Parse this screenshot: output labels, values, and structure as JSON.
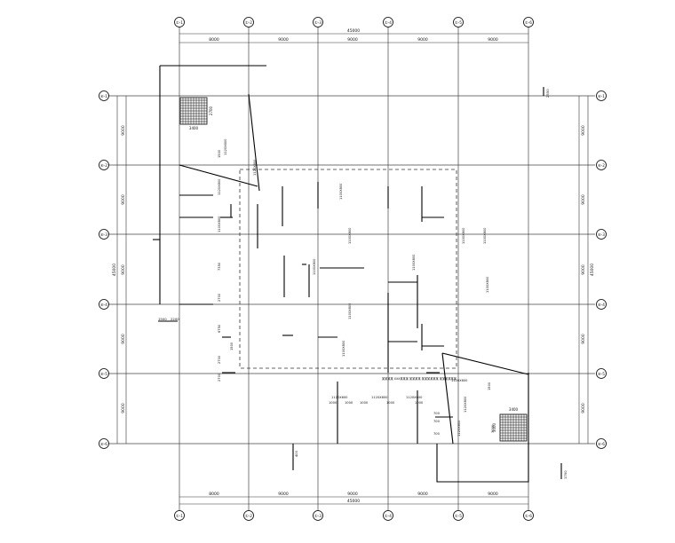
{
  "axes": {
    "columns": [
      "①-1",
      "①-2",
      "①-3",
      "①-4",
      "①-5",
      "①-6"
    ],
    "rows": [
      "⑥-1",
      "⑥-2",
      "⑥-3",
      "⑥-4",
      "⑥-5",
      "⑥-6"
    ]
  },
  "dimensions": {
    "top_segments": [
      "8000",
      "9000",
      "9000",
      "9000",
      "9000"
    ],
    "top_total": "45000",
    "bottom_segments": [
      "8000",
      "9000",
      "9000",
      "9000",
      "9000"
    ],
    "bottom_total": "45000",
    "left_segments": [
      "9000",
      "9000",
      "9000",
      "9000",
      "9000"
    ],
    "left_total": "45000",
    "right_segments": [
      "9000",
      "9000",
      "9000",
      "9000",
      "9000"
    ],
    "right_total": "45000"
  },
  "pit_labels": {
    "upper_left_width": "3400",
    "upper_left_height": "2700",
    "lower_right_width": "3400",
    "lower_right_height": "3000",
    "top_right_mark": "2550",
    "bottom_right_mark": "1700",
    "left_mark": "1500",
    "left_mark_2": "2200"
  },
  "openings": [
    "1120X600",
    "1120X800",
    "1500",
    "1120X800",
    "1100X800",
    "1100X800",
    "1100X800",
    "1100X800",
    "1100X800",
    "1100X800",
    "1100X800",
    "1100X800",
    "1100X800",
    "1100X800",
    "1120X600",
    "1120X600",
    "1120X600",
    "1120X600",
    "1120X800",
    "1120X800",
    "1500",
    "1500",
    "1000",
    "1000",
    "1000"
  ],
  "spot_dims": [
    "7350",
    "2700",
    "6750",
    "2700",
    "2700",
    "700",
    "700",
    "700",
    "3000",
    "1000",
    "1000",
    "400"
  ],
  "note": "某某某某 XXX某某某 某某某某 某某某某某某 某某某某某某"
}
